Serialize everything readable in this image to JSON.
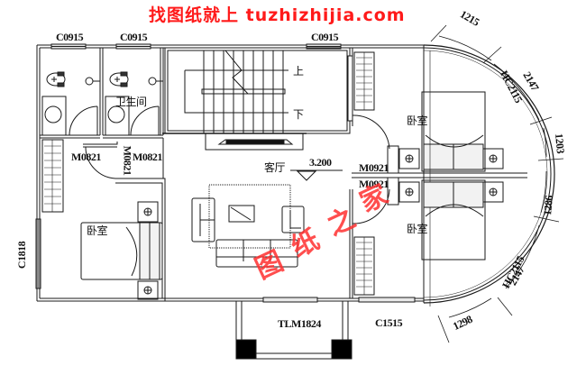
{
  "banner": {
    "text": "找图纸就上 tuzhizhijia.com",
    "color": "#ff1a1a"
  },
  "watermark": {
    "chars": [
      "图",
      "纸",
      "之",
      "家"
    ],
    "color": "#ff3030"
  },
  "rooms": {
    "bathroom": "卫生间",
    "living_room": "客厅",
    "bedroom_left": "卧室",
    "bedroom_upper_right": "卧室",
    "bedroom_lower_right": "卧室"
  },
  "stairs": {
    "up": "上",
    "down": "下"
  },
  "elevation": "3.200",
  "windows": {
    "top_left_1": "C0915",
    "top_left_2": "C0915",
    "top_center": "C0915",
    "left_wall": "C1818",
    "bottom_right": "C1515",
    "balcony_door": "TLM1824",
    "arc_upper": "HC2115",
    "arc_lower": "HC2115"
  },
  "doors": {
    "bath_left": "M0821",
    "bath_right": "M0821",
    "bath_vertical": "M0821",
    "bedroom_upper": "M0921",
    "bedroom_lower": "M0921"
  },
  "dimensions": {
    "d1": "1215",
    "d2": "2147",
    "d3": "1203",
    "d4": "1286",
    "d5": "2147",
    "d6": "1298"
  },
  "colors": {
    "line": "#1a1a1a",
    "wall_fill": "#ffffff",
    "glass": "#9a9a9a"
  }
}
